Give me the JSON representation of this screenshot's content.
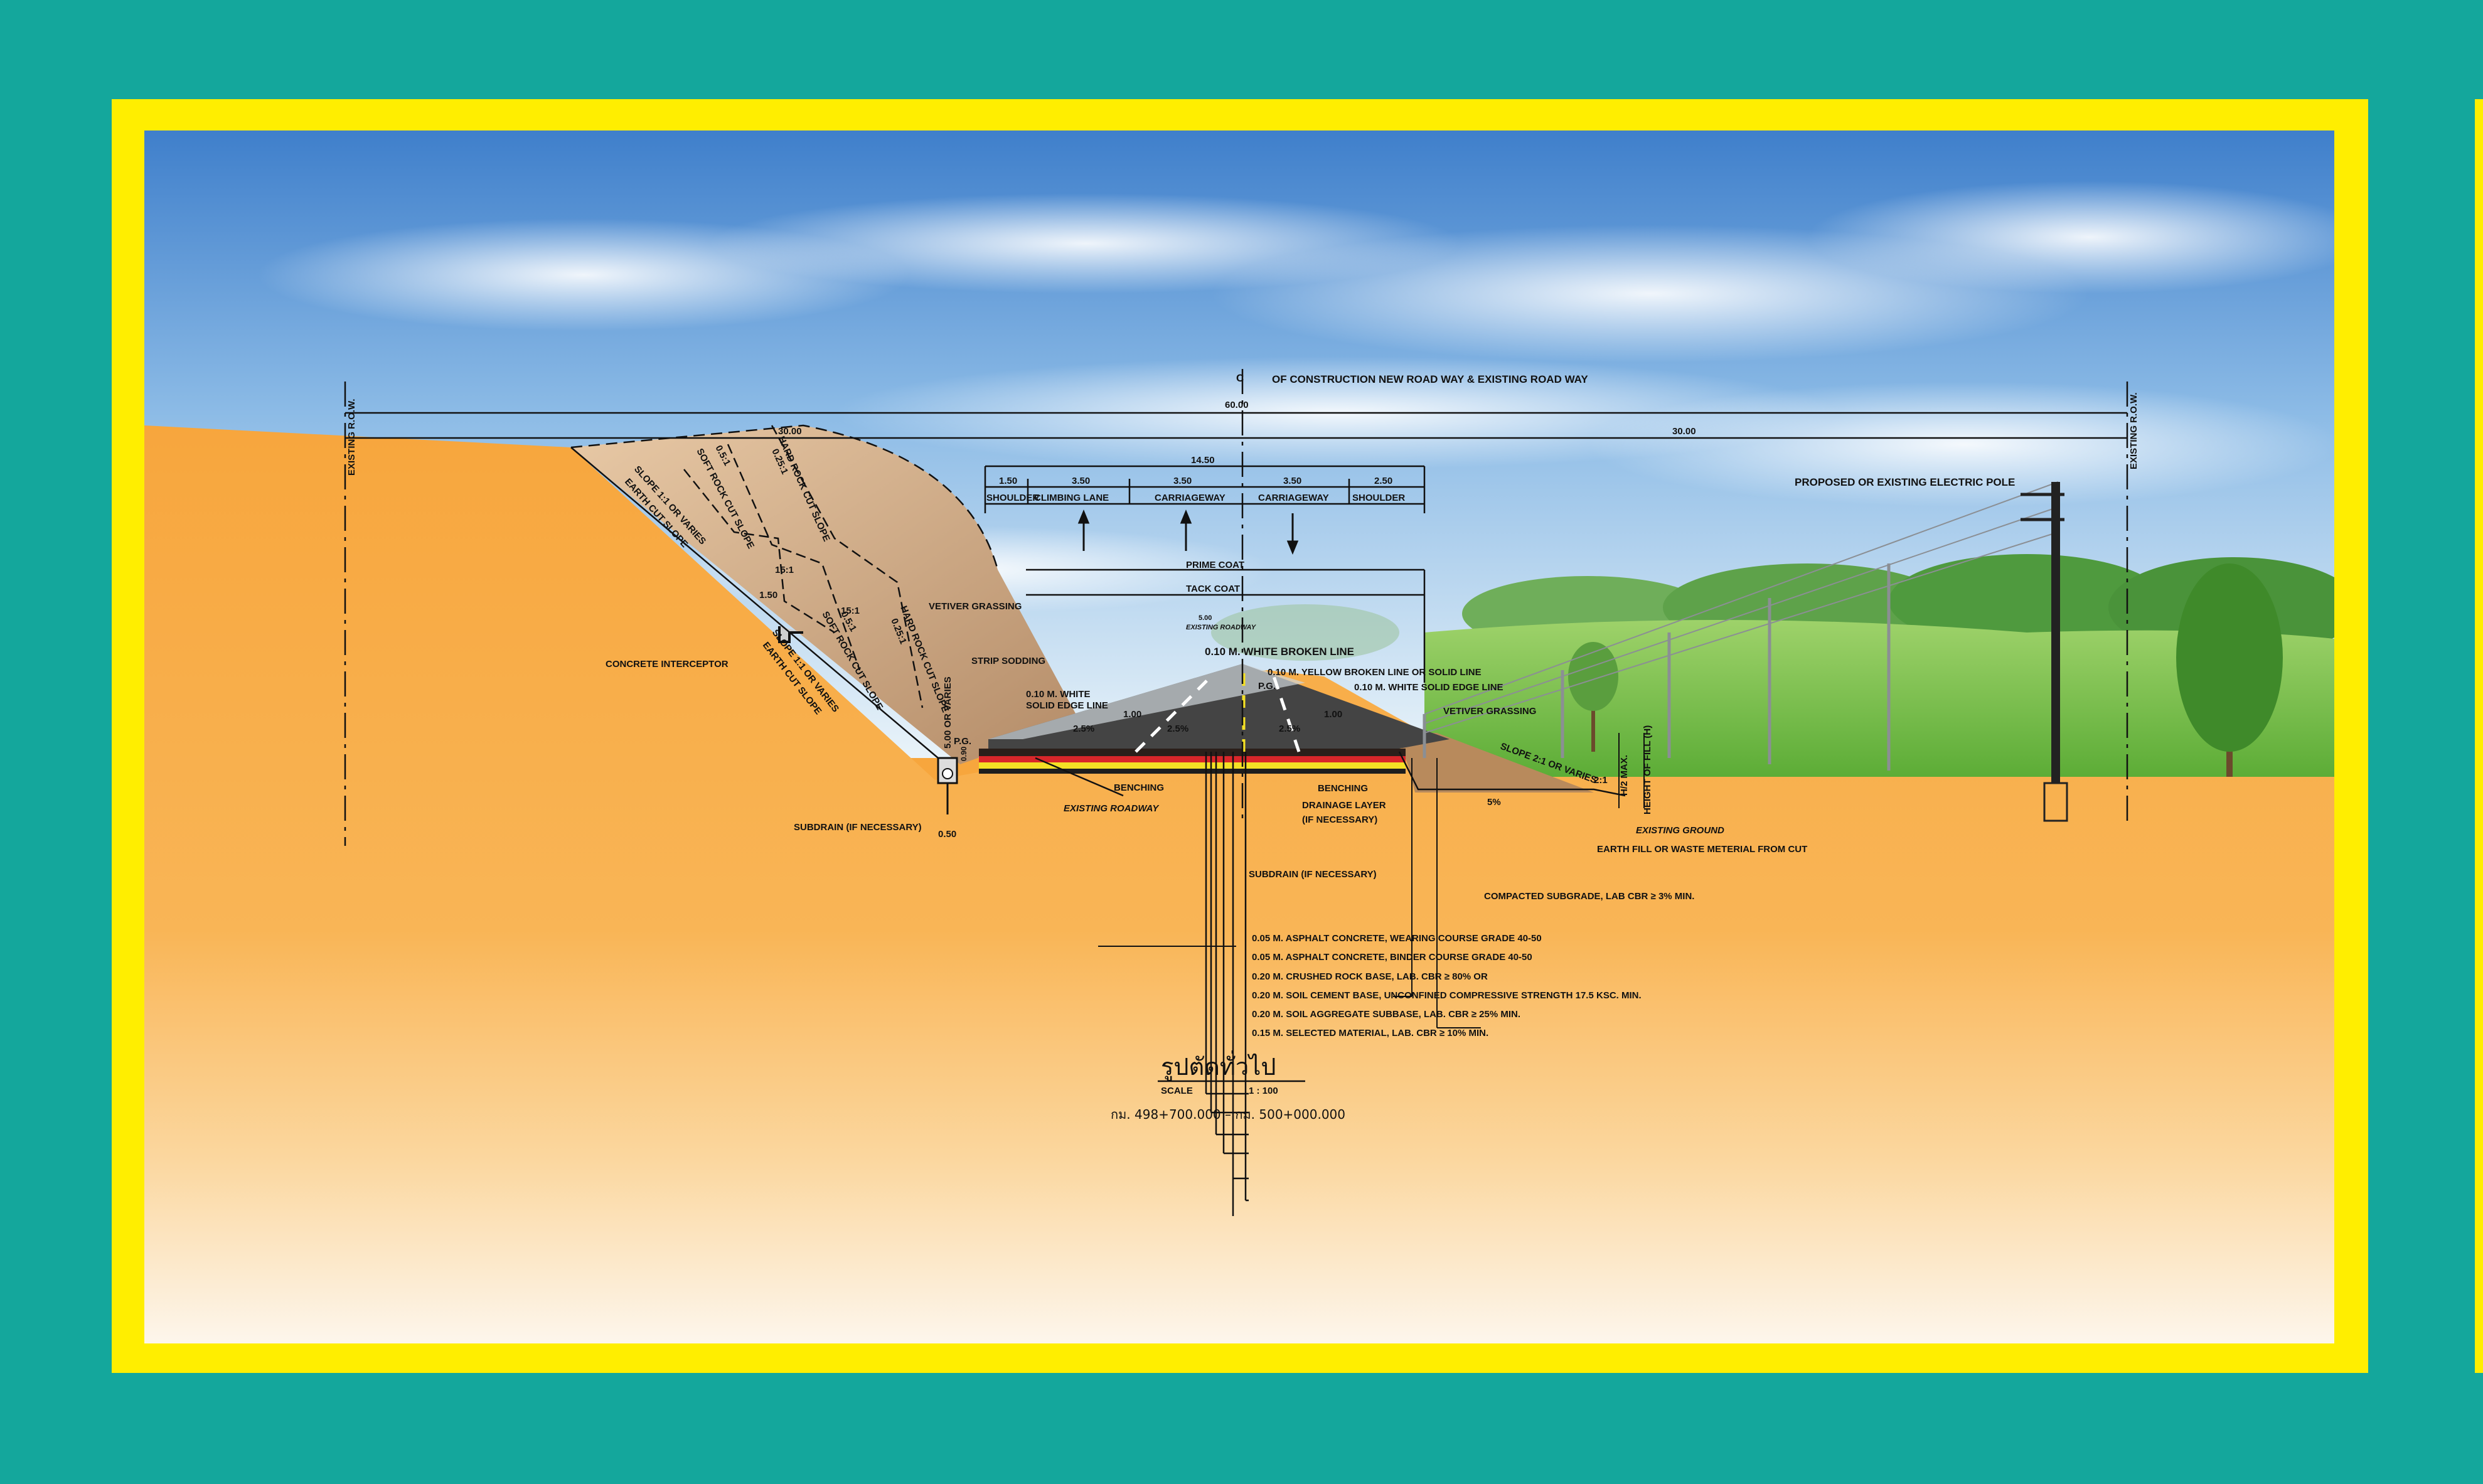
{
  "centerline_title": "OF CONSTRUCTION NEW ROAD WAY & EXISTING ROAD WAY",
  "centerline_symbol": "C",
  "row_label": "EXISTING R.O.W.",
  "dimensions": {
    "total": "60.00",
    "left_half": "30.00",
    "right_half": "30.00",
    "road_width": "14.50",
    "segments": [
      "1.50",
      "3.50",
      "3.50",
      "3.50",
      "2.50"
    ],
    "segment_names": [
      "SHOULDER",
      "CLIMBING LANE",
      "CARRIAGEWAY",
      "CARRIAGEWAY",
      "SHOULDER"
    ]
  },
  "left_labels": {
    "slope_earth_1": "SLOPE 1:1 OR VARIES",
    "slope_earth_1b": "EARTH CUT SLOPE",
    "soft_rock": "SOFT ROCK CUT SLOPE",
    "soft_rock_ratio": "0.5:1",
    "hard_rock": "HARD ROCK CUT SLOPE",
    "hard_rock_ratio": "0.25:1",
    "berm_width": "1.50",
    "berm_ratio": "15:1",
    "berm_ratio_2": "15:1",
    "slope_earth_2": "SLOPE 1:1 OR VARIES",
    "slope_earth_2b": "EARTH CUT SLOPE",
    "soft_rock_2": "SOFT ROCK CUT SLOPE",
    "soft_rock_ratio_2": "0.5:1",
    "hard_rock_2": "HARD ROCK CUT SLOPE",
    "hard_rock_ratio_2": "0.25:1",
    "vetiver": "VETIVER GRASSING",
    "concrete_interceptor": "CONCRETE INTERCEPTOR",
    "strip_sodding": "STRIP SODDING",
    "height_5": "5.00 OR VARIES",
    "pg": "P.G.",
    "depth_90": "0.90",
    "subdrain": "SUBDRAIN (IF NECESSARY)",
    "subdrain_dim": "0.50",
    "white_solid_1": "0.10 M. WHITE",
    "white_solid_2": "SOLID EDGE LINE",
    "benching": "BENCHING",
    "existing_roadway": "EXISTING ROADWAY",
    "slope_25_left": "2.5%",
    "dim_100_left": "1.00",
    "slope_25_mid": "2.5%"
  },
  "center_labels": {
    "prime_coat": "PRIME COAT",
    "tack_coat": "TACK COAT",
    "existing_roadway_top": "EXISTING ROADWAY",
    "existing_roadway_dim": "5.00",
    "white_broken": "0.10 M. WHITE BROKEN LINE",
    "yellow_broken": "0.10 M. YELLOW BROKEN LINE OR SOLID LINE",
    "white_solid_edge": "0.10 M. WHITE SOLID EDGE LINE",
    "pg": "P.G.",
    "slope_25_right": "2.5%",
    "dim_100_right": "1.00"
  },
  "right_labels": {
    "vetiver": "VETIVER GRASSING",
    "slope_fill": "SLOPE 2:1 OR VARIES",
    "ratio_21": "2:1",
    "benching": "BENCHING",
    "drainage_1": "DRAINAGE LAYER",
    "drainage_2": "(IF NECESSARY)",
    "h2max": "H/2 MAX.",
    "height_fill": "HEIGHT OF FILL (H)",
    "slope_5": "5%",
    "existing_ground": "EXISTING GROUND",
    "earth_fill": "EARTH FILL OR WASTE METERIAL FROM CUT",
    "electric_pole": "PROPOSED OR EXISTING ELECTRIC POLE",
    "subdrain": "SUBDRAIN (IF NECESSARY)",
    "compacted": "COMPACTED SUBGRADE, LAB CBR ≥ 3% MIN."
  },
  "layers": [
    "0.05 M. ASPHALT CONCRETE, WEARING COURSE GRADE 40-50",
    "0.05 M. ASPHALT CONCRETE, BINDER COURSE GRADE 40-50",
    "0.20 M. CRUSHED ROCK BASE, LAB. CBR ≥ 80% OR",
    "0.20 M. SOIL CEMENT BASE, UNCONFINED COMPRESSIVE STRENGTH 17.5 KSC. MIN.",
    "0.20 M. SOIL AGGREGATE SUBBASE, LAB. CBR ≥ 25% MIN.",
    "0.15 M. SELECTED MATERIAL, LAB. CBR ≥ 10% MIN."
  ],
  "caption": {
    "title": "รูปตัดทั่วไป",
    "scale_label": "SCALE",
    "scale_value": "1 : 100",
    "chainage": "กม. 498+700.000 – กม. 500+000.000"
  }
}
